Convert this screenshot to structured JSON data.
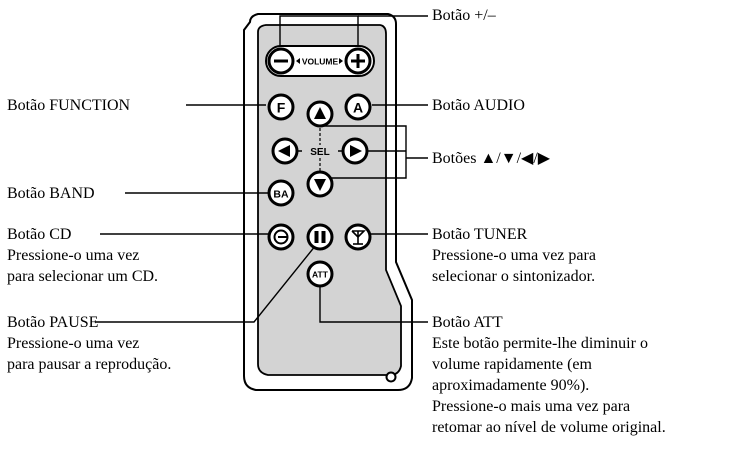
{
  "remote": {
    "volume_label": "VOLUME",
    "sel_label": "SEL",
    "function_button": "F",
    "audio_button": "A",
    "band_button": "BA",
    "att_button": "ATT"
  },
  "callouts": {
    "plus_minus": {
      "lines": [
        "Botão +/–"
      ]
    },
    "function": {
      "lines": [
        "Botão FUNCTION"
      ]
    },
    "audio": {
      "lines": [
        "Botão AUDIO"
      ]
    },
    "arrows": {
      "lines": [
        "Botões ▲/▼/◀/▶"
      ]
    },
    "band": {
      "lines": [
        "Botão BAND"
      ]
    },
    "cd": {
      "lines": [
        "Botão CD",
        "Pressione-o uma vez",
        "para selecionar um CD."
      ]
    },
    "tuner": {
      "lines": [
        "Botão TUNER",
        "Pressione-o uma vez para",
        "selecionar o sintonizador."
      ]
    },
    "pause": {
      "lines": [
        "Botão PAUSE",
        "Pressione-o uma vez",
        "para pausar a reprodução."
      ]
    },
    "att": {
      "lines": [
        "Botão ATT",
        "Este botão permite-lhe diminuir o",
        "volume rapidamente (em",
        "aproximadamente 90%).",
        "Pressione-o mais uma vez para",
        "retomar ao nível de volume original."
      ]
    }
  }
}
